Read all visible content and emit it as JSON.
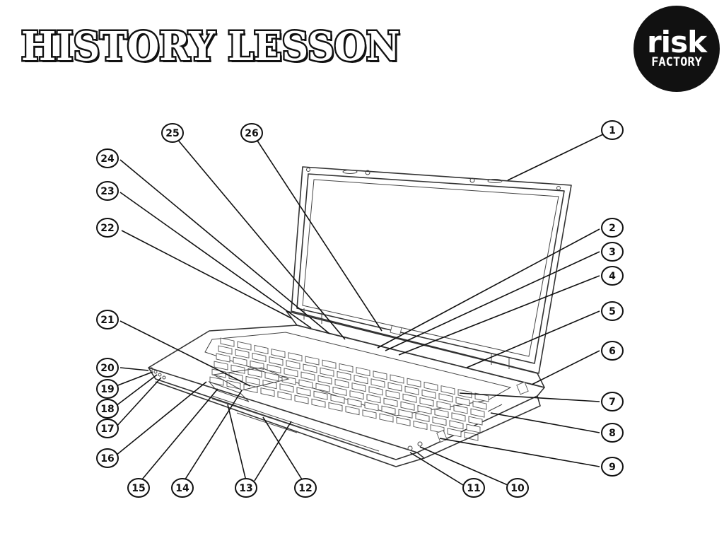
{
  "slide": {
    "title": "HISTORY LESSON"
  },
  "logo": {
    "line1": "risk",
    "line2": "FACTORY",
    "background": "#111111",
    "foreground": "#ffffff"
  },
  "diagram": {
    "subject_icon": "laptop-drawing-icon",
    "callouts": [
      "1",
      "2",
      "3",
      "4",
      "5",
      "6",
      "7",
      "8",
      "9",
      "10",
      "11",
      "12",
      "13",
      "14",
      "15",
      "16",
      "17",
      "18",
      "19",
      "20",
      "21",
      "22",
      "23",
      "24",
      "25",
      "26"
    ]
  }
}
